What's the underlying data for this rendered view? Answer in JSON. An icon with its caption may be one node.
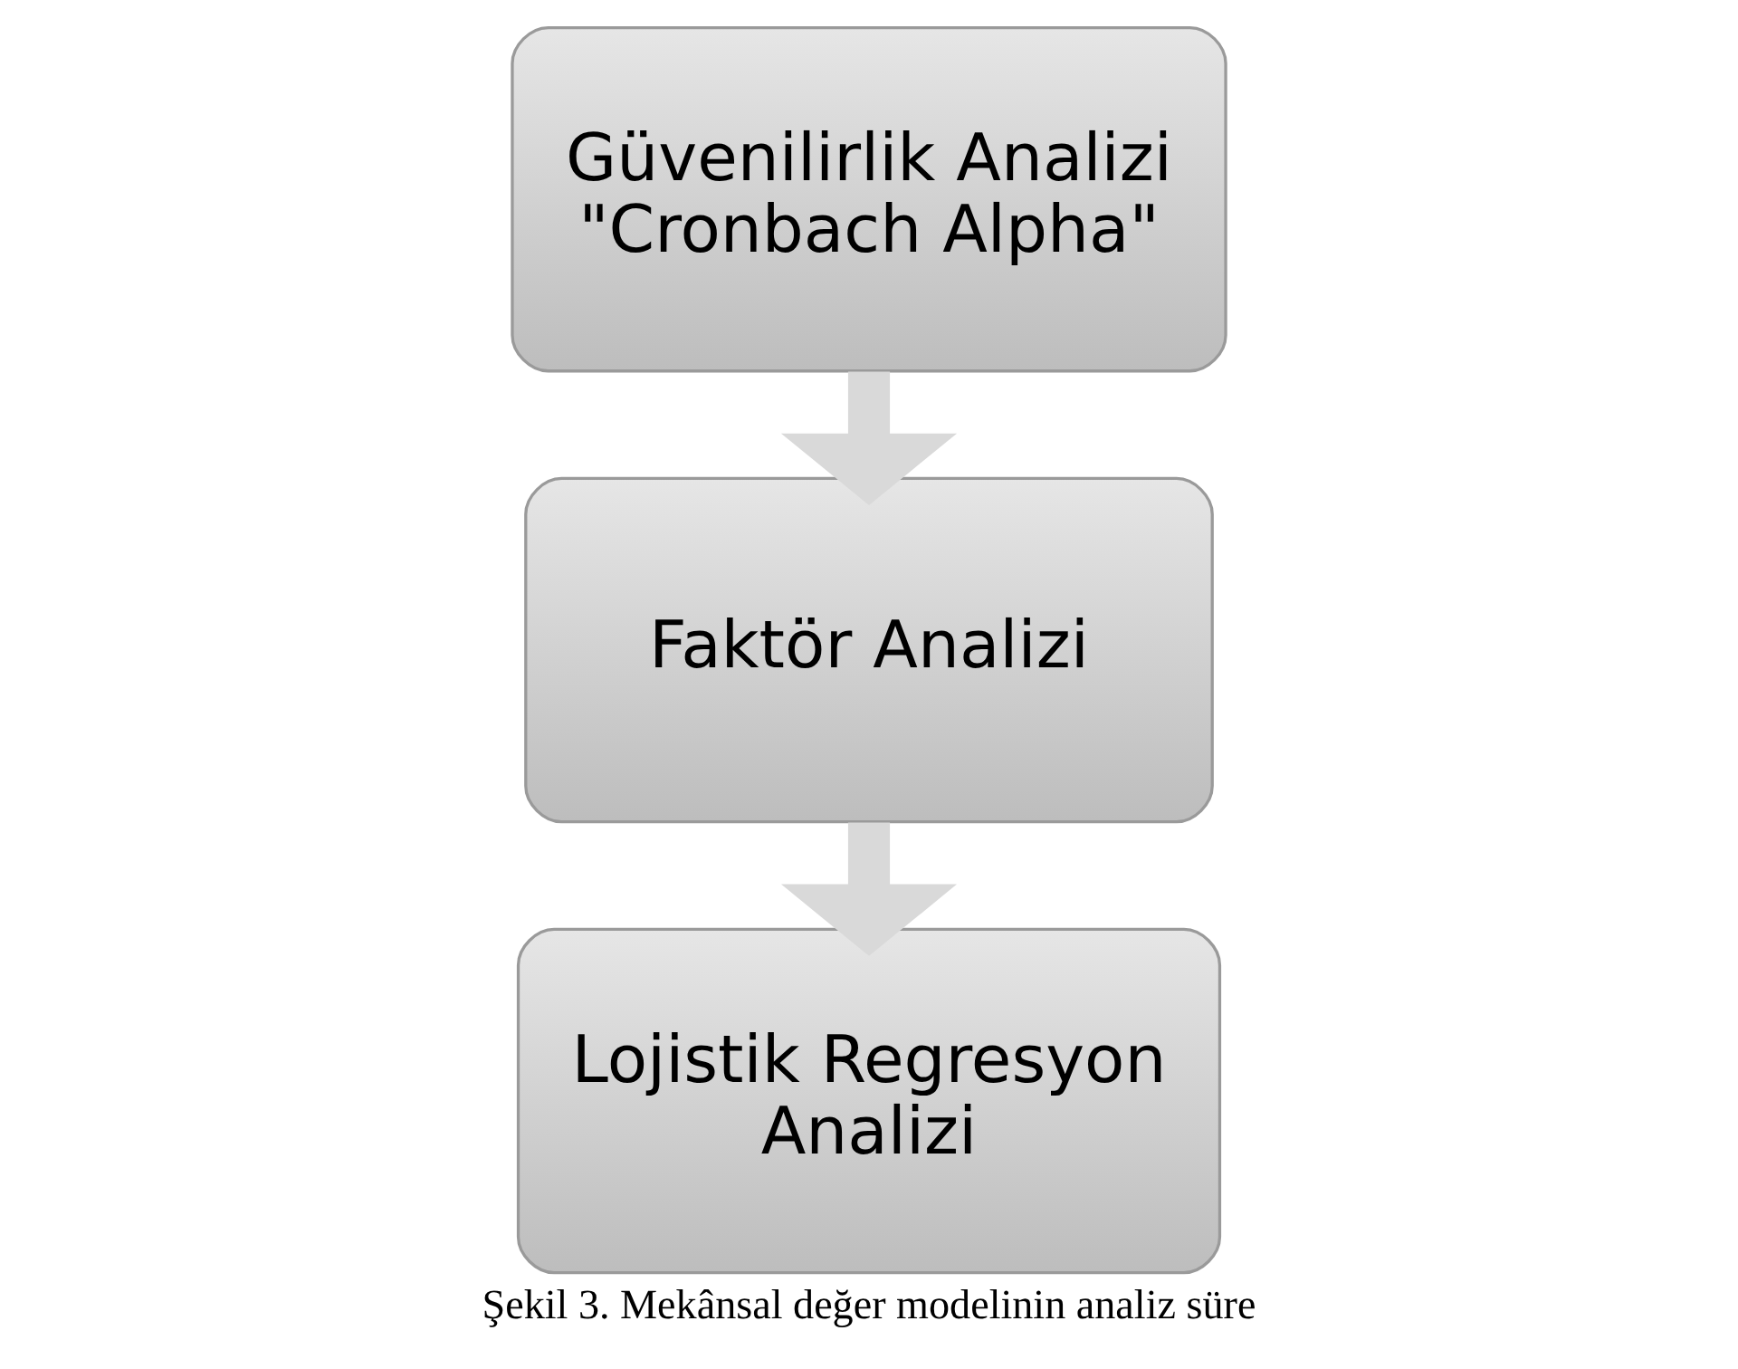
{
  "diagram": {
    "caption": "Şekil 3. Mekânsal değer modelinin analiz süre",
    "nodes": [
      {
        "text": [
          "Güvenilirlik Analizi \"Cronbach Alpha\""
        ]
      },
      {
        "text": [
          "Faktör Analizi"
        ]
      },
      {
        "text": [
          "Lojistik Regresyon Analizi"
        ]
      }
    ],
    "edges": [
      {
        "from": 0,
        "to": 1,
        "arrow": "to"
      },
      {
        "from": 1,
        "to": 2,
        "arrow": "to"
      }
    ]
  }
}
